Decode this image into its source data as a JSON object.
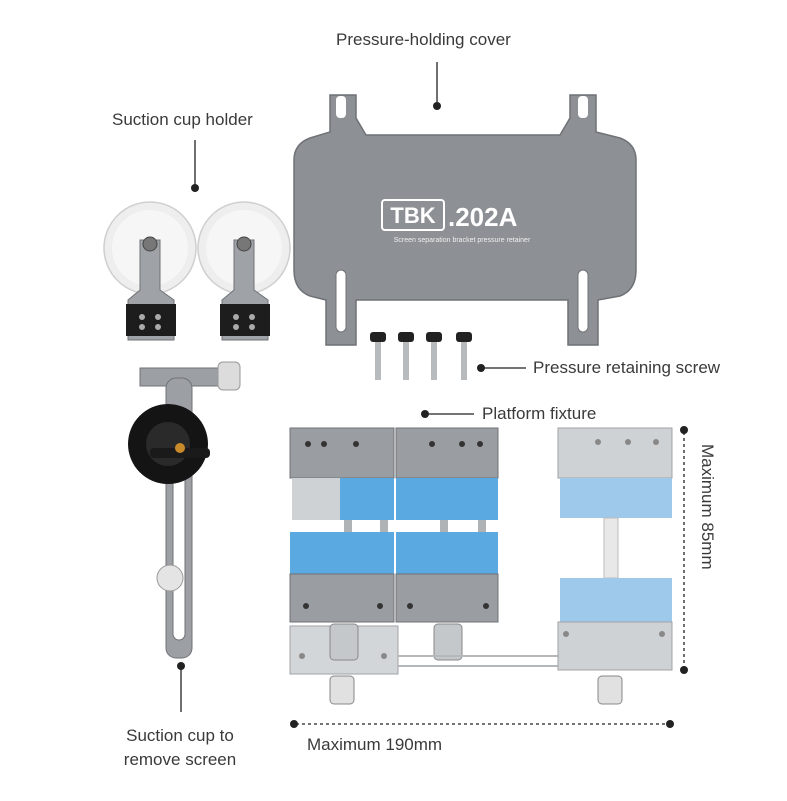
{
  "labels": {
    "pressure_cover": "Pressure-holding cover",
    "suction_holder": "Suction cup holder",
    "retaining_screw": "Pressure retaining screw",
    "platform_fixture": "Platform fixture",
    "max_height": "Maximum 85mm",
    "max_width": "Maximum 190mm",
    "suction_remove_line1": "Suction cup to",
    "suction_remove_line2": "remove screen"
  },
  "plate": {
    "logo": "TBK",
    "model": ".202A",
    "subtitle": "Screen separation bracket pressure retainer"
  },
  "colors": {
    "plate": "#8e9195",
    "fixture_metal": "#9a9da1",
    "fixture_blue": "#5aa9e0",
    "fixture_light": "#cfd2d5",
    "line": "#222222"
  }
}
